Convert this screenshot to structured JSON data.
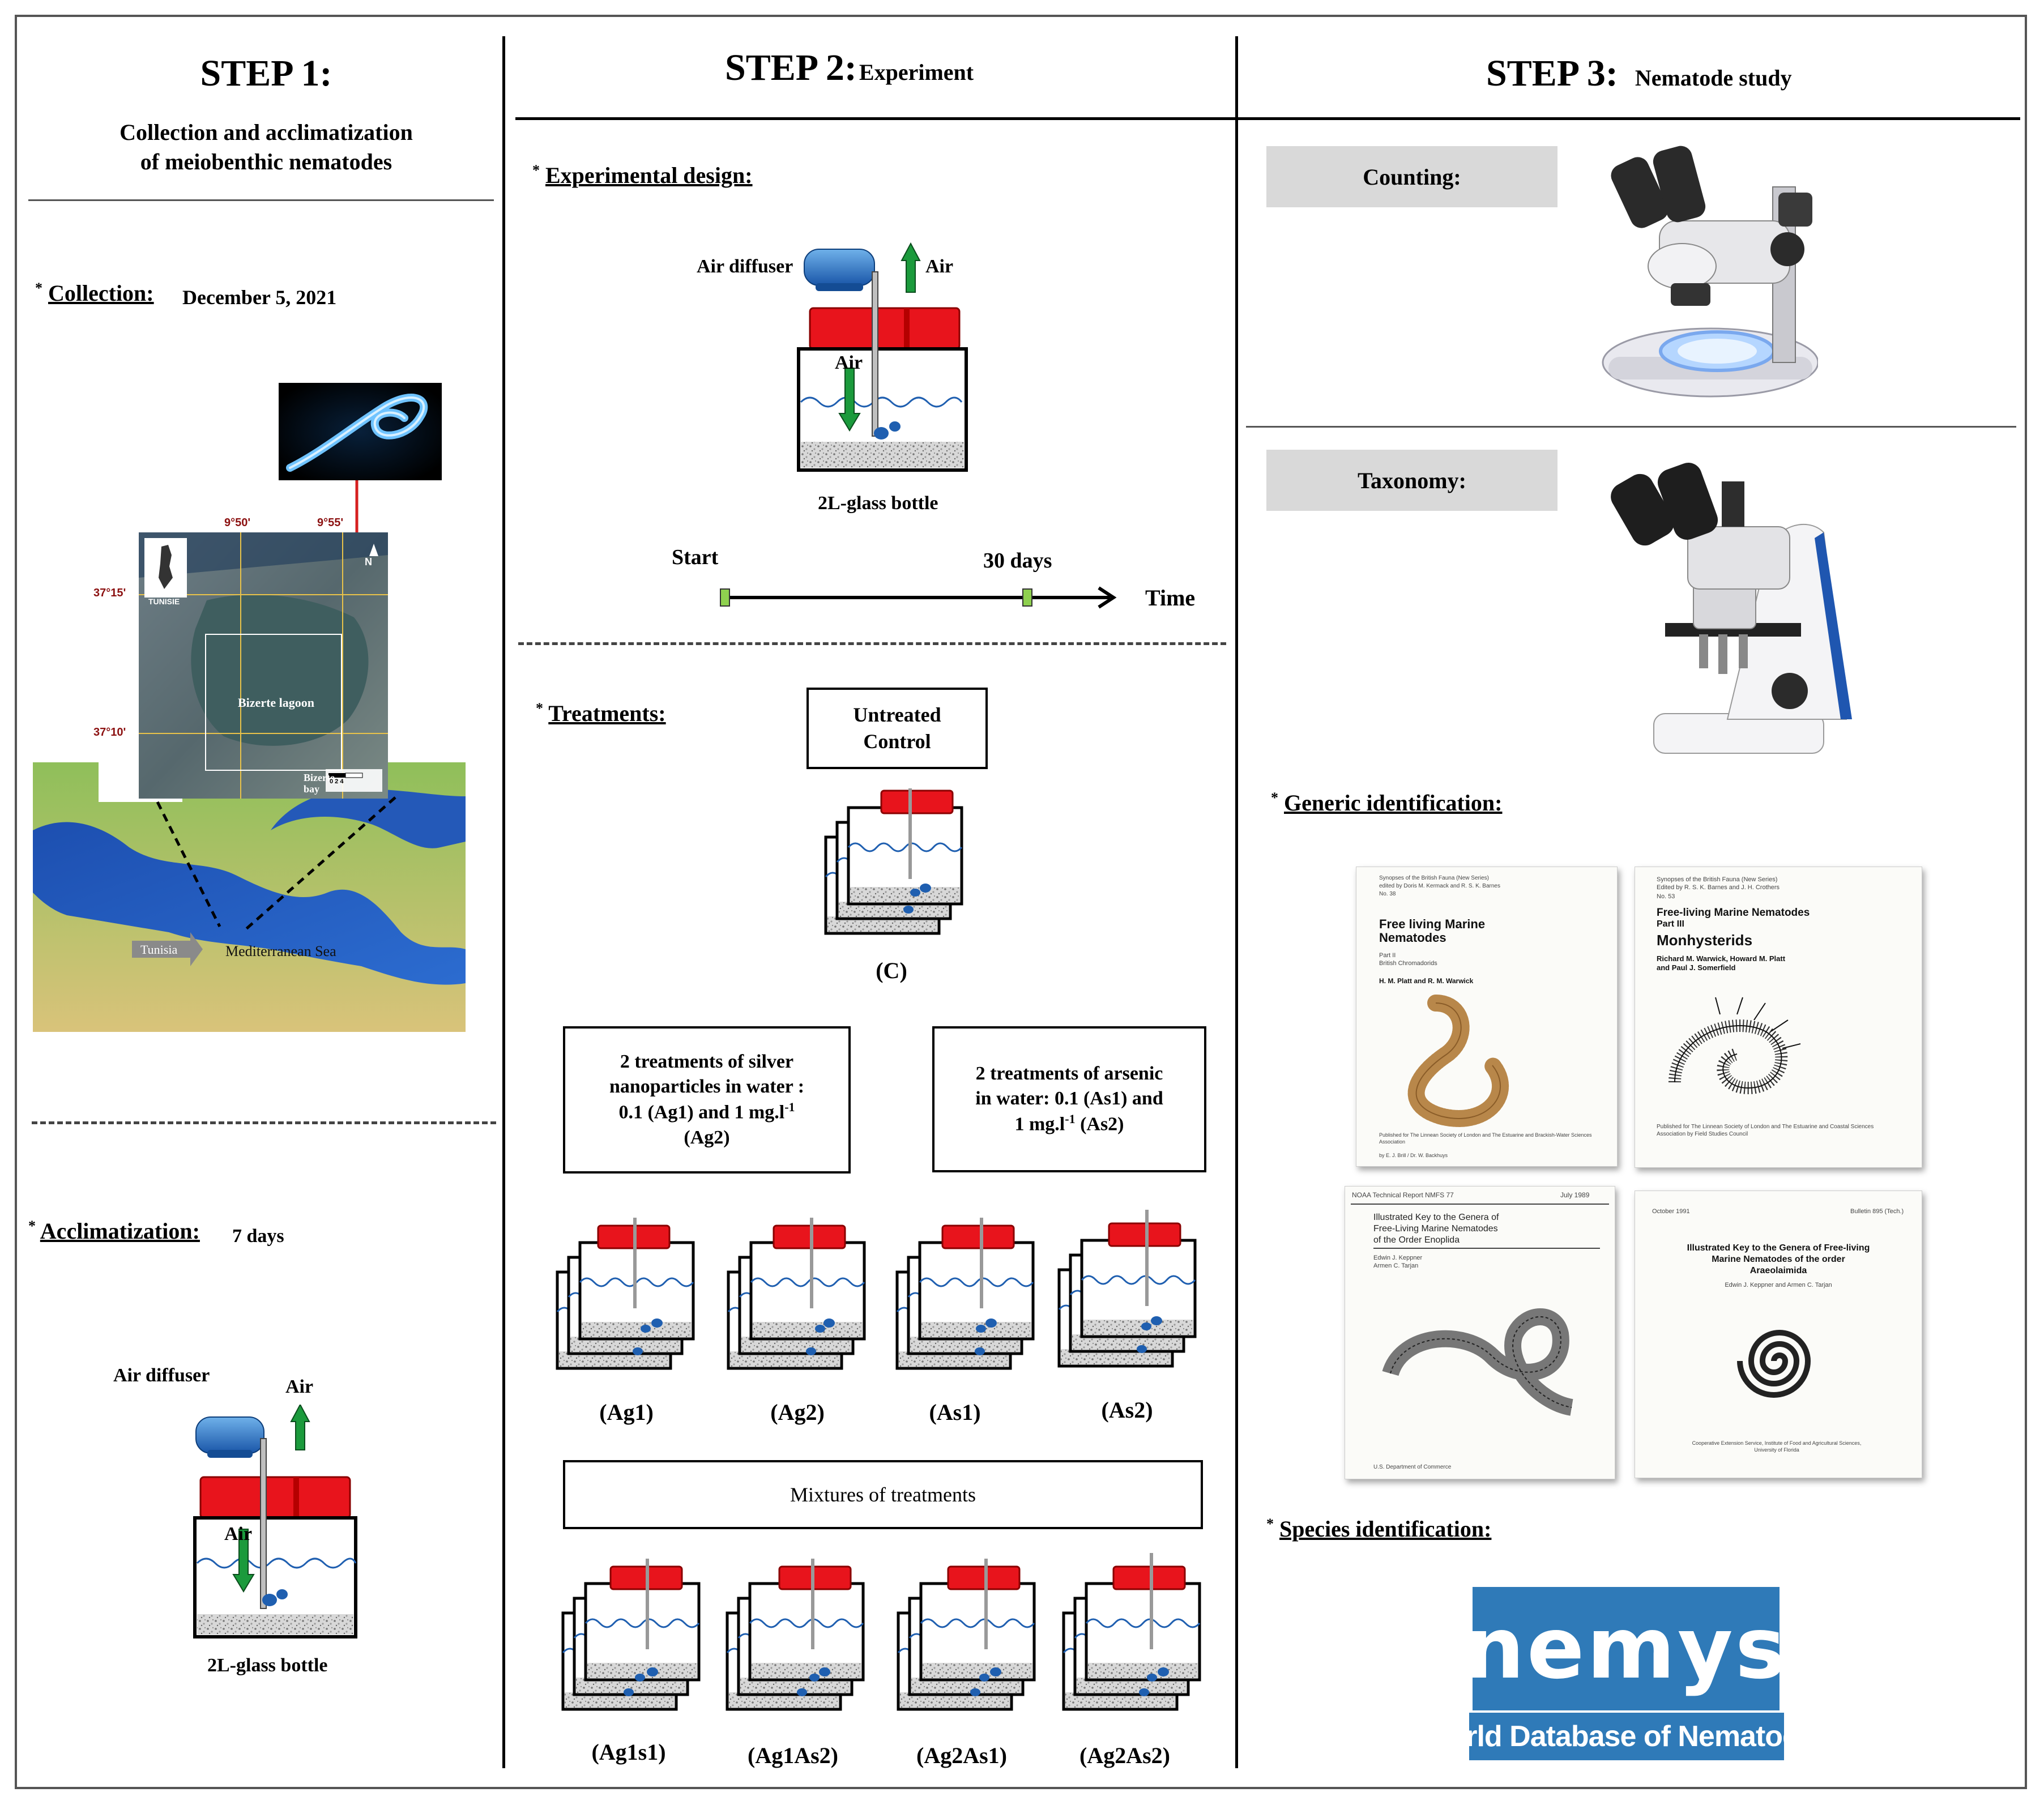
{
  "step1": {
    "title": "STEP 1:",
    "subtitle_line1": "Collection and acclimatization",
    "subtitle_line2": "of meiobenthic nematodes",
    "collection_marker": "*",
    "collection_label": "Collection:",
    "collection_date": "December 5, 2021",
    "acclim_marker": "*",
    "acclim_label": "Acclimatization:",
    "acclim_days": "7 days",
    "air_diffuser": "Air diffuser",
    "air_out": "Air",
    "air_in": "Air",
    "bottle_label": "2L-glass bottle",
    "map": {
      "lat1": "37°15'",
      "lat2": "37°10'",
      "lon1": "9°50'",
      "lon2": "9°55'",
      "north": "N",
      "tunisia_inset": "TUNISIE",
      "lagoon": "Bizerte lagoon",
      "bay": "Bizerte bay",
      "tunisia": "Tunisia",
      "sea": "Mediterranean Sea",
      "scale": "0  2  4"
    }
  },
  "step2": {
    "title": "STEP 2:",
    "title_suffix": "Experiment",
    "design_marker": "*",
    "design_label": "Experimental design:",
    "air_diffuser": "Air diffuser",
    "air_out": "Air",
    "air_in": "Air",
    "bottle_label": "2L-glass bottle",
    "timeline_start": "Start",
    "timeline_mid": "30 days",
    "timeline_end": "Time",
    "treatments_marker": "*",
    "treatments_label": "Treatments:",
    "control_line1": "Untreated",
    "control_line2": "Control",
    "control_code": "(C)",
    "ag_box_line1": "2 treatments of silver",
    "ag_box_line2": "nanoparticles in water :",
    "ag_box_line3": "0.1 (Ag1) and 1 mg.l",
    "ag_box_exp": "-1",
    "ag_box_line4": "(Ag2)",
    "as_box_line1": "2 treatments of arsenic",
    "as_box_line2": "in water: 0.1 (As1) and",
    "as_box_line3a": "1 mg.l",
    "as_box_exp": "-1",
    "as_box_line3b": " (As2)",
    "single_codes": [
      "(Ag1)",
      "(Ag2)",
      "(As1)",
      "(As2)"
    ],
    "mixtures_label": "Mixtures of treatments",
    "mixture_codes": [
      "(Ag1s1)",
      "(Ag1As2)",
      "(Ag2As1)",
      "(Ag2As2)"
    ]
  },
  "step3": {
    "title": "STEP 3:",
    "title_suffix": "Nematode study",
    "counting_label": "Counting:",
    "taxonomy_label": "Taxonomy:",
    "generic_marker": "*",
    "generic_label": "Generic identification:",
    "species_marker": "*",
    "species_label": "Species identification:",
    "book1": {
      "series": "Synopses of the British Fauna (New Series)",
      "editors": "edited by Doris M. Kermack and R. S. K. Barnes",
      "number": "No. 38",
      "title1": "Free living Marine",
      "title2": "Nematodes",
      "part": "Part II",
      "subtitle": "British Chromadorids",
      "authors": "H. M. Platt and R. M. Warwick",
      "publisher": "Published for The Linnean Society of London and The Estuarine and Brackish-Water Sciences Association",
      "by": "by E. J. Brill / Dr. W. Backhuys"
    },
    "book2": {
      "series": "Synopses of the British Fauna (New Series)",
      "editors": "Edited by R. S. K. Barnes and J. H. Crothers",
      "number": "No. 53",
      "title1": "Free-living Marine Nematodes",
      "part": "Part III",
      "title2": "Monhysterids",
      "authors1": "Richard M. Warwick, Howard M. Platt",
      "authors2": "and Paul J. Somerfield",
      "publisher": "Published for The Linnean Society of London and The Estuarine and Coastal Sciences Association by Field Studies Council"
    },
    "book3": {
      "report": "NOAA Technical Report NMFS 77",
      "date": "July 1989",
      "title1": "Illustrated Key to the Genera of",
      "title2": "Free-Living Marine Nematodes",
      "title3": "of the Order Enoplida",
      "authors": "Edwin J. Keppner",
      "authors2": "Armen C. Tarjan",
      "footer": "U.S. Department of Commerce"
    },
    "book4": {
      "date": "October 1991",
      "bulletin": "Bulletin 895 (Tech.)",
      "title1": "Illustrated Key to the Genera of Free-living",
      "title2": "Marine Nematodes of the order",
      "title3": "Araeolaimida",
      "authors": "Edwin J. Keppner and Armen C. Tarjan",
      "footer": "Cooperative Extension Service, Institute of Food and Agricultural Sciences, University of Florida"
    },
    "logo_word": "nemys",
    "logo_caption": "World Database of Nematodes"
  },
  "colors": {
    "cap_red": "#e8141c",
    "water_blue": "#1f5fb0",
    "arrow_green": "#1b9a3c",
    "arrow_red": "#d62020",
    "timeline_marker": "#8fd14f",
    "grey_label": "#d9d9d9",
    "nemys_blue": "#2f7ab8"
  }
}
